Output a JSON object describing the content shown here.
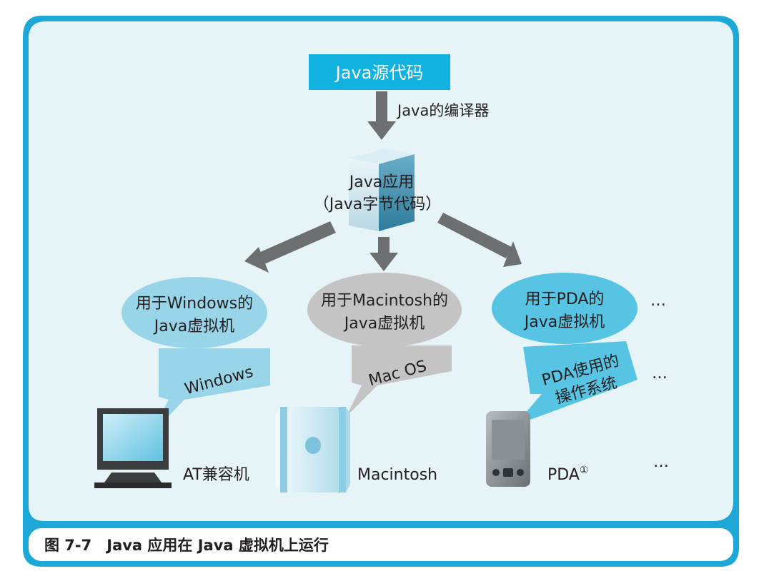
{
  "colors": {
    "frame": "#1ea8d8",
    "panel": "#e6f4f8",
    "source_box": "#11b2e0",
    "arrow": "#6d6e70",
    "windows_bubble": "#99d5e8",
    "mac_bubble": "#c4c4c4",
    "pda_bubble": "#57c4e3",
    "text": "#231f20"
  },
  "source": {
    "label": "Java源代码"
  },
  "compiler": {
    "label": "Java的编译器"
  },
  "app": {
    "line1": "Java应用",
    "line2": "（Java字节代码）"
  },
  "vms": [
    {
      "line1": "用于Windows的",
      "line2": "Java虚拟机",
      "os": "Windows",
      "machine": "AT兼容机",
      "icon": "monitor-icon"
    },
    {
      "line1": "用于Macintosh的",
      "line2": "Java虚拟机",
      "os": "Mac OS",
      "machine": "Macintosh",
      "icon": "mac-tower-icon"
    },
    {
      "line1": "用于PDA的",
      "line2": "Java虚拟机",
      "os_line1": "PDA使用的",
      "os_line2": "操作系统",
      "machine": "PDA",
      "footnote": "①",
      "icon": "pda-icon"
    }
  ],
  "ellipsis": "…",
  "caption": "图 7-7　Java 应用在 Java 虚拟机上运行"
}
